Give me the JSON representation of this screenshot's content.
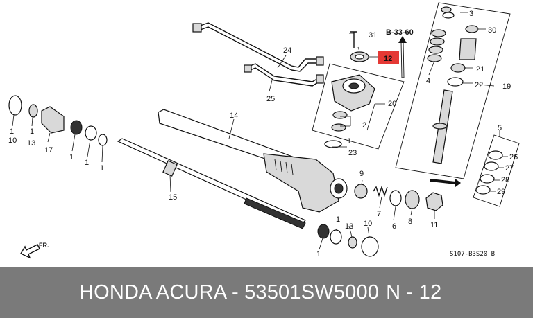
{
  "callouts": {
    "c1a": "1",
    "c1b": "1",
    "c1c": "1",
    "c1d": "1",
    "c1e": "1",
    "c1f": "1",
    "c1g": "1",
    "c1h": "1",
    "c2": "2",
    "c3": "3",
    "c4": "4",
    "c5": "5",
    "c6": "6",
    "c7": "7",
    "c8": "8",
    "c9": "9",
    "c10a": "10",
    "c10b": "10",
    "c11": "11",
    "c12": "12",
    "c13a": "13",
    "c13b": "13",
    "c14": "14",
    "c15": "15",
    "c17": "17",
    "c19": "19",
    "c20": "20",
    "c21": "21",
    "c22": "22",
    "c23": "23",
    "c24": "24",
    "c25": "25",
    "c26": "26",
    "c27": "27",
    "c28": "28",
    "c29": "29",
    "c30": "30",
    "c31": "31"
  },
  "ref_label": "B-33-60",
  "direction_label": "FR.",
  "drawing_code": "S107-B3S20 B",
  "footer": {
    "brand": "HONDA ACURA - 53501SW5000",
    "part_no": "N - 12"
  },
  "colors": {
    "footer_bg": "#7a7a7a",
    "highlight": "#e53935",
    "ink": "#111111"
  }
}
